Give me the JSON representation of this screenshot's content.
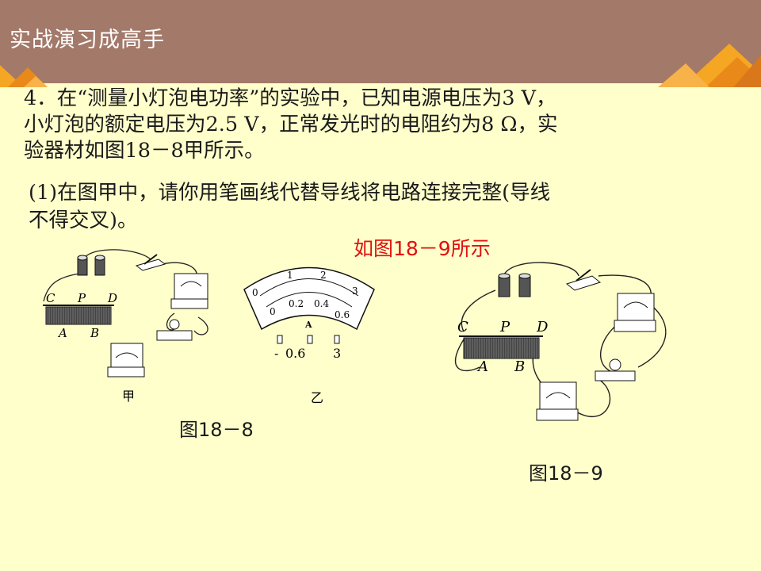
{
  "header": {
    "title": "实战演习成高手"
  },
  "question": {
    "lines": [
      "4．在“测量小灯泡电功率”的实验中，已知电源电压为3 V，",
      "小灯泡的额定电压为2.5 V，正常发光时的电阻约为8 Ω，实",
      "验器材如图18－8甲所示。"
    ],
    "part1_lines": [
      "(1)在图甲中，请你用笔画线代替导线将电路连接完整(导线",
      "不得交叉)。"
    ]
  },
  "answer_note": "如图18－9所示",
  "figure_18_8": {
    "caption": "图18－8",
    "panel_a_label": "甲",
    "panel_b_label": "乙",
    "rheostat_labels": [
      "C",
      "P",
      "D",
      "A",
      "B"
    ],
    "ammeter_scale_top": [
      "0",
      "1",
      "2",
      "3"
    ],
    "ammeter_scale_bottom": [
      "0",
      "0.2",
      "0.4",
      "0.6"
    ],
    "ammeter_unit": "A",
    "terminals": [
      "-",
      "0.6",
      "3"
    ]
  },
  "figure_18_9": {
    "caption": "图18－9",
    "rheostat_labels": [
      "C",
      "P",
      "D",
      "A",
      "B"
    ]
  },
  "colors": {
    "header": "#a3796a",
    "background": "#ffffcc",
    "accent_orange": "#f5a623",
    "answer_red": "#e01010"
  }
}
